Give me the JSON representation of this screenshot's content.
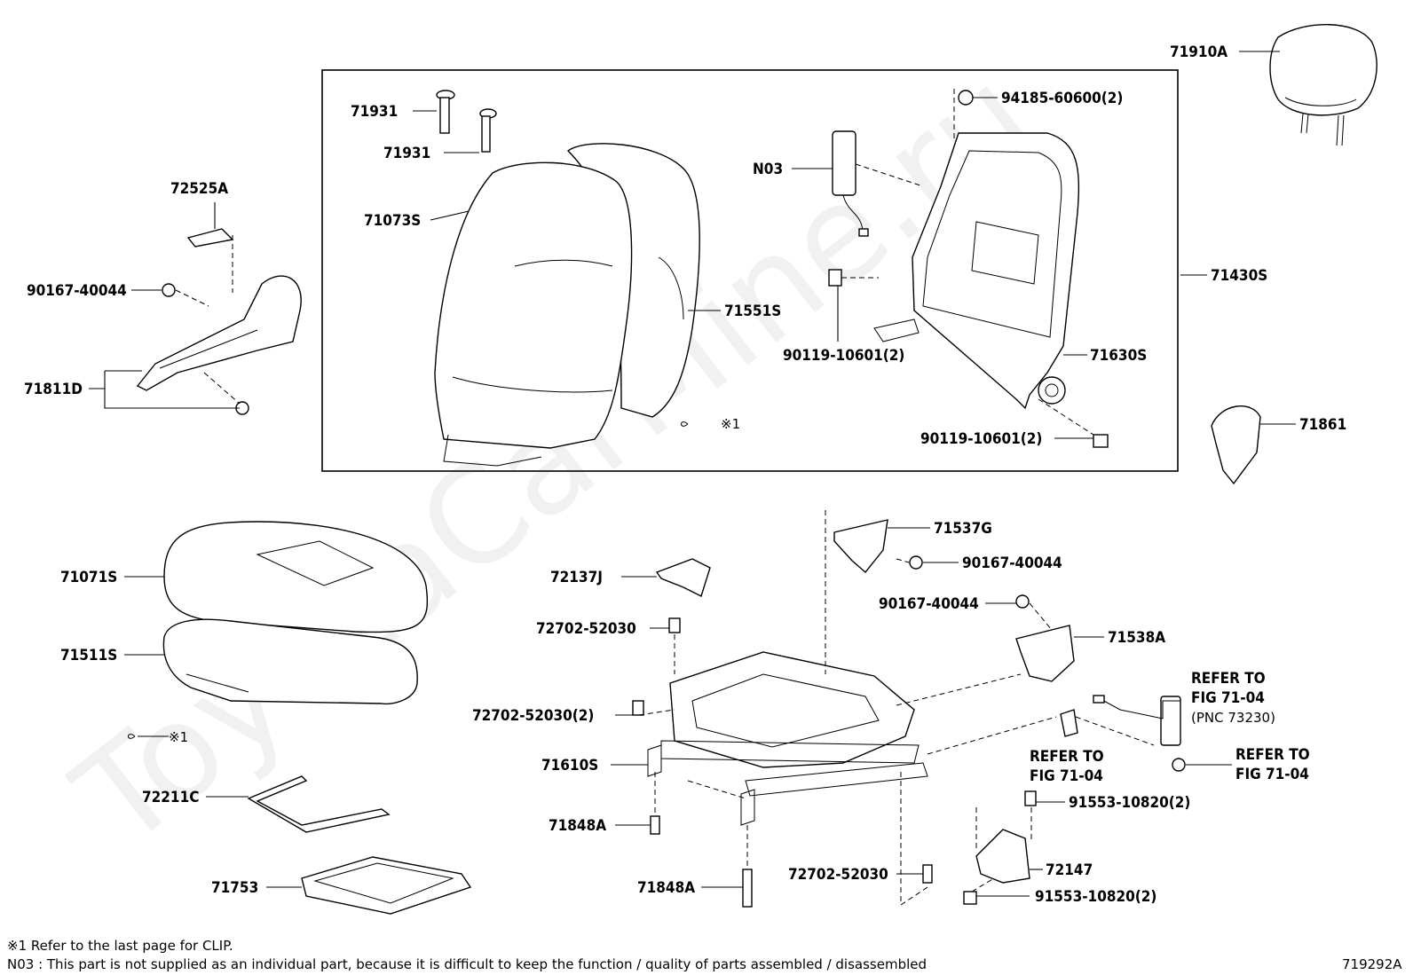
{
  "watermark": "ToyotaCarMine.ru",
  "labels": {
    "p71910A": "71910A",
    "p94185": "94185-60600(2)",
    "p71931a": "71931",
    "p71931b": "71931",
    "p72525A": "72525A",
    "pN03": "N03",
    "p71073S": "71073S",
    "p90167_left": "90167-40044",
    "p71430S": "71430S",
    "p71551S": "71551S",
    "p90119a": "90119-10601(2)",
    "p71811D": "71811D",
    "p71630S": "71630S",
    "p71861": "71861",
    "clip_upper": "※1",
    "p90119b": "90119-10601(2)",
    "p71537G": "71537G",
    "p71071S": "71071S",
    "p90167_r1": "90167-40044",
    "p72137J": "72137J",
    "p90167_r2": "90167-40044",
    "p72702a": "72702-52030",
    "p71538A": "71538A",
    "p71511S": "71511S",
    "refer1_l1": "REFER TO",
    "refer1_l2": "FIG 71-04",
    "refer1_l3": "(PNC 73230)",
    "p72702b": "72702-52030(2)",
    "clip_lower": "※1",
    "refer2_l1": "REFER TO",
    "refer2_l2": "FIG 71-04",
    "refer3_l1": "REFER TO",
    "refer3_l2": "FIG 71-04",
    "p71610S": "71610S",
    "p72211C": "72211C",
    "p91553a": "91553-10820(2)",
    "p71848A_a": "71848A",
    "p72147": "72147",
    "p72702c": "72702-52030",
    "p71753": "71753",
    "p71848A_b": "71848A",
    "p91553b": "91553-10820(2)"
  },
  "notes": {
    "line1": "※1 Refer to the last page for CLIP.",
    "line2": "N03 : This part is not supplied as an individual part, because it is difficult to keep the function / quality of parts assembled / disassembled"
  },
  "figure_id": "719292A"
}
